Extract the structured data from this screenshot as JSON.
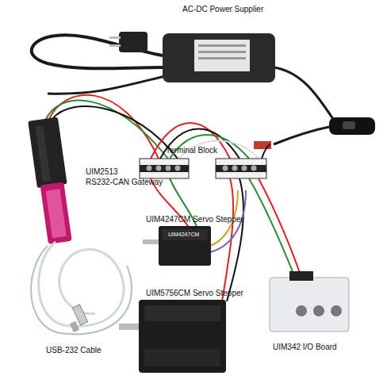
{
  "diagram": {
    "labels": [
      "AC-DC Power Supplier",
      "Terminal Block",
      "UIM2513",
      "RS232-CAN Gateway",
      "UIM4247CM Servo Stepper",
      "UIM5756CM Servo Stepper",
      "USB-232 Cable",
      "UIM342 I/O Board",
      "UIM4247CM"
    ]
  }
}
